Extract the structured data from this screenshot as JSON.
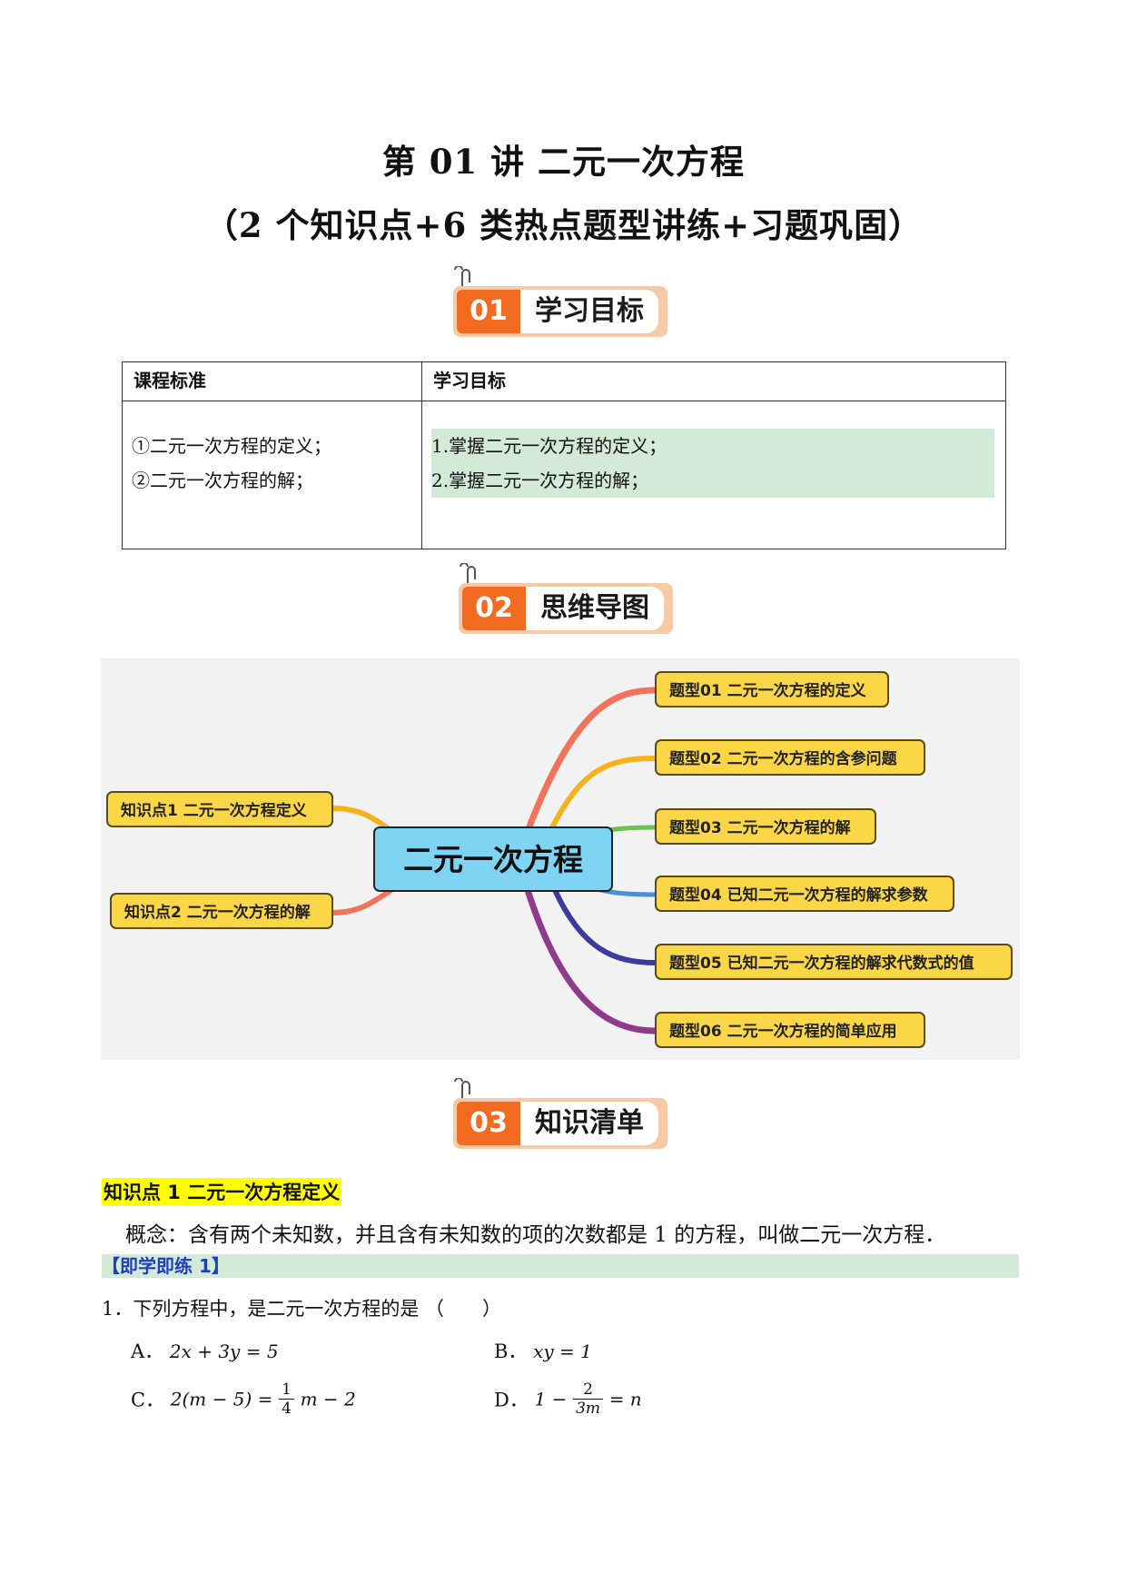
{
  "title": "第 01 讲  二元一次方程",
  "subtitle": "（2 个知识点+6 类热点题型讲练+习题巩固）",
  "banners": [
    {
      "num": "01",
      "label": "学习目标"
    },
    {
      "num": "02",
      "label": "思维导图"
    },
    {
      "num": "03",
      "label": "知识清单"
    }
  ],
  "goals_table": {
    "headers": [
      "课程标准",
      "学习目标"
    ],
    "standards": [
      "①二元一次方程的定义；",
      "②二元一次方程的解；"
    ],
    "objectives": [
      "1.掌握二元一次方程的定义；",
      "2.掌握二元一次方程的解；"
    ]
  },
  "mindmap": {
    "center": "二元一次方程",
    "left": [
      "知识点1 二元一次方程定义",
      "知识点2 二元一次方程的解"
    ],
    "right": [
      "题型01  二元一次方程的定义",
      "题型02  二元一次方程的含参问题",
      "题型03  二元一次方程的解",
      "题型04  已知二元一次方程的解求参数",
      "题型05  已知二元一次方程的解求代数式的值",
      "题型06  二元一次方程的简单应用"
    ],
    "branch_colors": [
      "#f2735a",
      "#f5b21b",
      "#6cc24a",
      "#4a90d9",
      "#3b3b9e",
      "#8e3b8e"
    ],
    "left_colors": [
      "#f5b21b",
      "#f2735a"
    ]
  },
  "knowledge_point_1": "知识点 1 二元一次方程定义",
  "concept": "概念：含有两个未知数，并且含有未知数的项的次数都是  1 的方程，叫做二元一次方程．",
  "practice_label": "【即学即练 1】",
  "question": {
    "stem": "1．下列方程中，是二元一次方程的是 （　　）",
    "options": {
      "A": {
        "label": "A．",
        "expr": "2x + 3y = 5"
      },
      "B": {
        "label": "B．",
        "expr": "xy = 1"
      },
      "C": {
        "label": "C．",
        "pre": "2(m − 5) =",
        "num": "1",
        "den": "4",
        "post": "m − 2"
      },
      "D": {
        "label": "D．",
        "pre": "1 −",
        "num": "2",
        "den": "3m",
        "post": "= n"
      }
    }
  }
}
